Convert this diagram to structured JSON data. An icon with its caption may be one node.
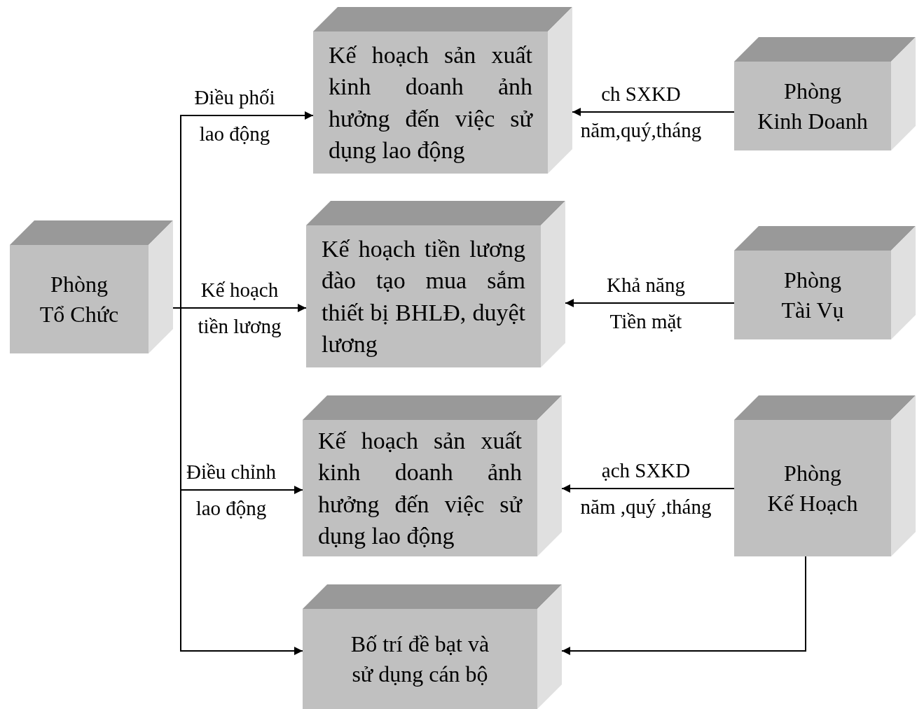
{
  "diagram": {
    "nodes": [
      {
        "text": [
          "Phòng Tổ Chức"
        ]
      },
      {
        "text": [
          "Kế hoạch sản xuất kinh doanh ảnh hưởng đến việc sử dụng lao động"
        ]
      },
      {
        "text": [
          "Kế hoạch tiền lương đào tạo mua sắm thiết bị BHLĐ, duyệt lương"
        ]
      },
      {
        "text": [
          "Kế hoạch sản xuất kinh doanh ảnh hưởng đến việc sử dụng lao động"
        ]
      },
      {
        "text": [
          "Bố trí đề bạt và sử dụng cán bộ"
        ]
      },
      {
        "text": [
          "Phòng Kinh Doanh"
        ]
      },
      {
        "text": [
          "Phòng Tài Vụ"
        ]
      },
      {
        "text": [
          "Phòng Kế Hoạch"
        ]
      }
    ],
    "edges": [
      {
        "from": 0,
        "to": 1,
        "arrow": "to",
        "label": "Điều phối lao động"
      },
      {
        "from": 0,
        "to": 2,
        "arrow": "to",
        "label": "Kế hoạch tiền lương"
      },
      {
        "from": 0,
        "to": 3,
        "arrow": "to",
        "label": "Điều chỉnh lao động"
      },
      {
        "from": 0,
        "to": 4,
        "arrow": "to"
      },
      {
        "from": 5,
        "to": 1,
        "arrow": "to",
        "label": "ch SXKD năm,quý,tháng"
      },
      {
        "from": 6,
        "to": 2,
        "arrow": "to",
        "label": "Khả năng Tiền mặt"
      },
      {
        "from": 7,
        "to": 3,
        "arrow": "to",
        "label": "ạch SXKD năm ,quý ,tháng"
      },
      {
        "from": 7,
        "to": 4,
        "arrow": "to"
      }
    ]
  }
}
